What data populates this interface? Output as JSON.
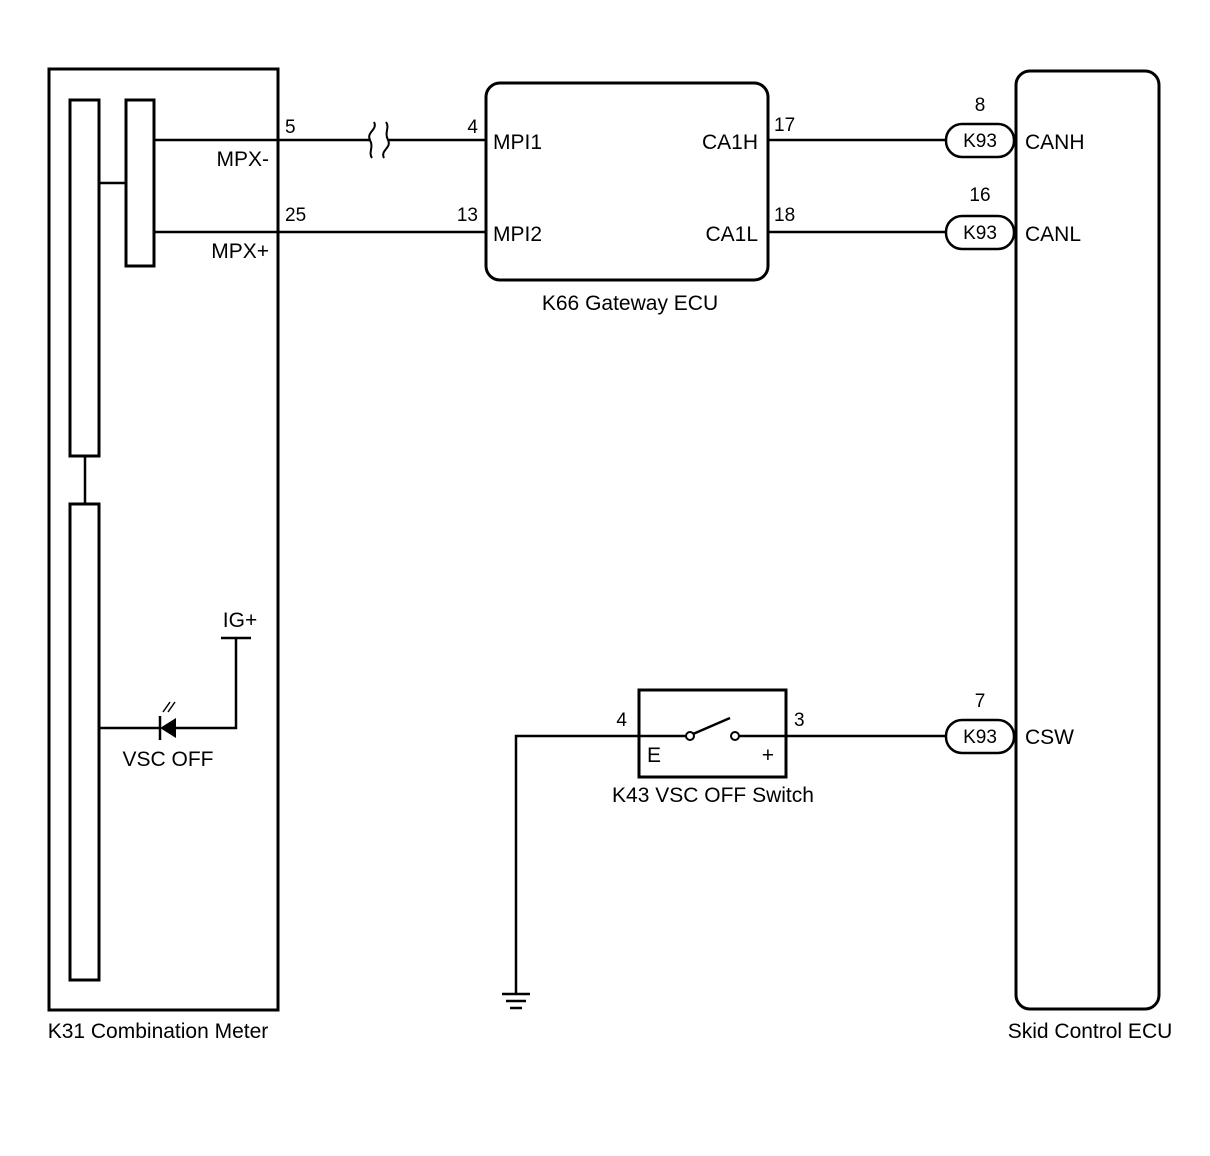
{
  "combination_meter": {
    "label": "K31  Combination Meter",
    "mpx_minus": "MPX-",
    "mpx_plus": "MPX+",
    "pin_mpx_minus": "5",
    "pin_mpx_plus": "25",
    "ig_plus": "IG+",
    "indicator_label": "VSC OFF"
  },
  "gateway_ecu": {
    "label": "K66  Gateway ECU",
    "mpi1": "MPI1",
    "mpi2": "MPI2",
    "ca1h": "CA1H",
    "ca1l": "CA1L",
    "pin_mpi1": "4",
    "pin_mpi2": "13",
    "pin_ca1h": "17",
    "pin_ca1l": "18"
  },
  "vsc_off_switch": {
    "label": "K43  VSC OFF Switch",
    "terminal_e": "E",
    "terminal_plus": "+",
    "pin_e": "4",
    "pin_plus": "3"
  },
  "skid_control_ecu": {
    "label": "Skid Control ECU",
    "canh": "CANH",
    "canl": "CANL",
    "csw": "CSW",
    "pin_canh": "8",
    "pin_canl": "16",
    "pin_csw": "7",
    "connector": "K93"
  }
}
